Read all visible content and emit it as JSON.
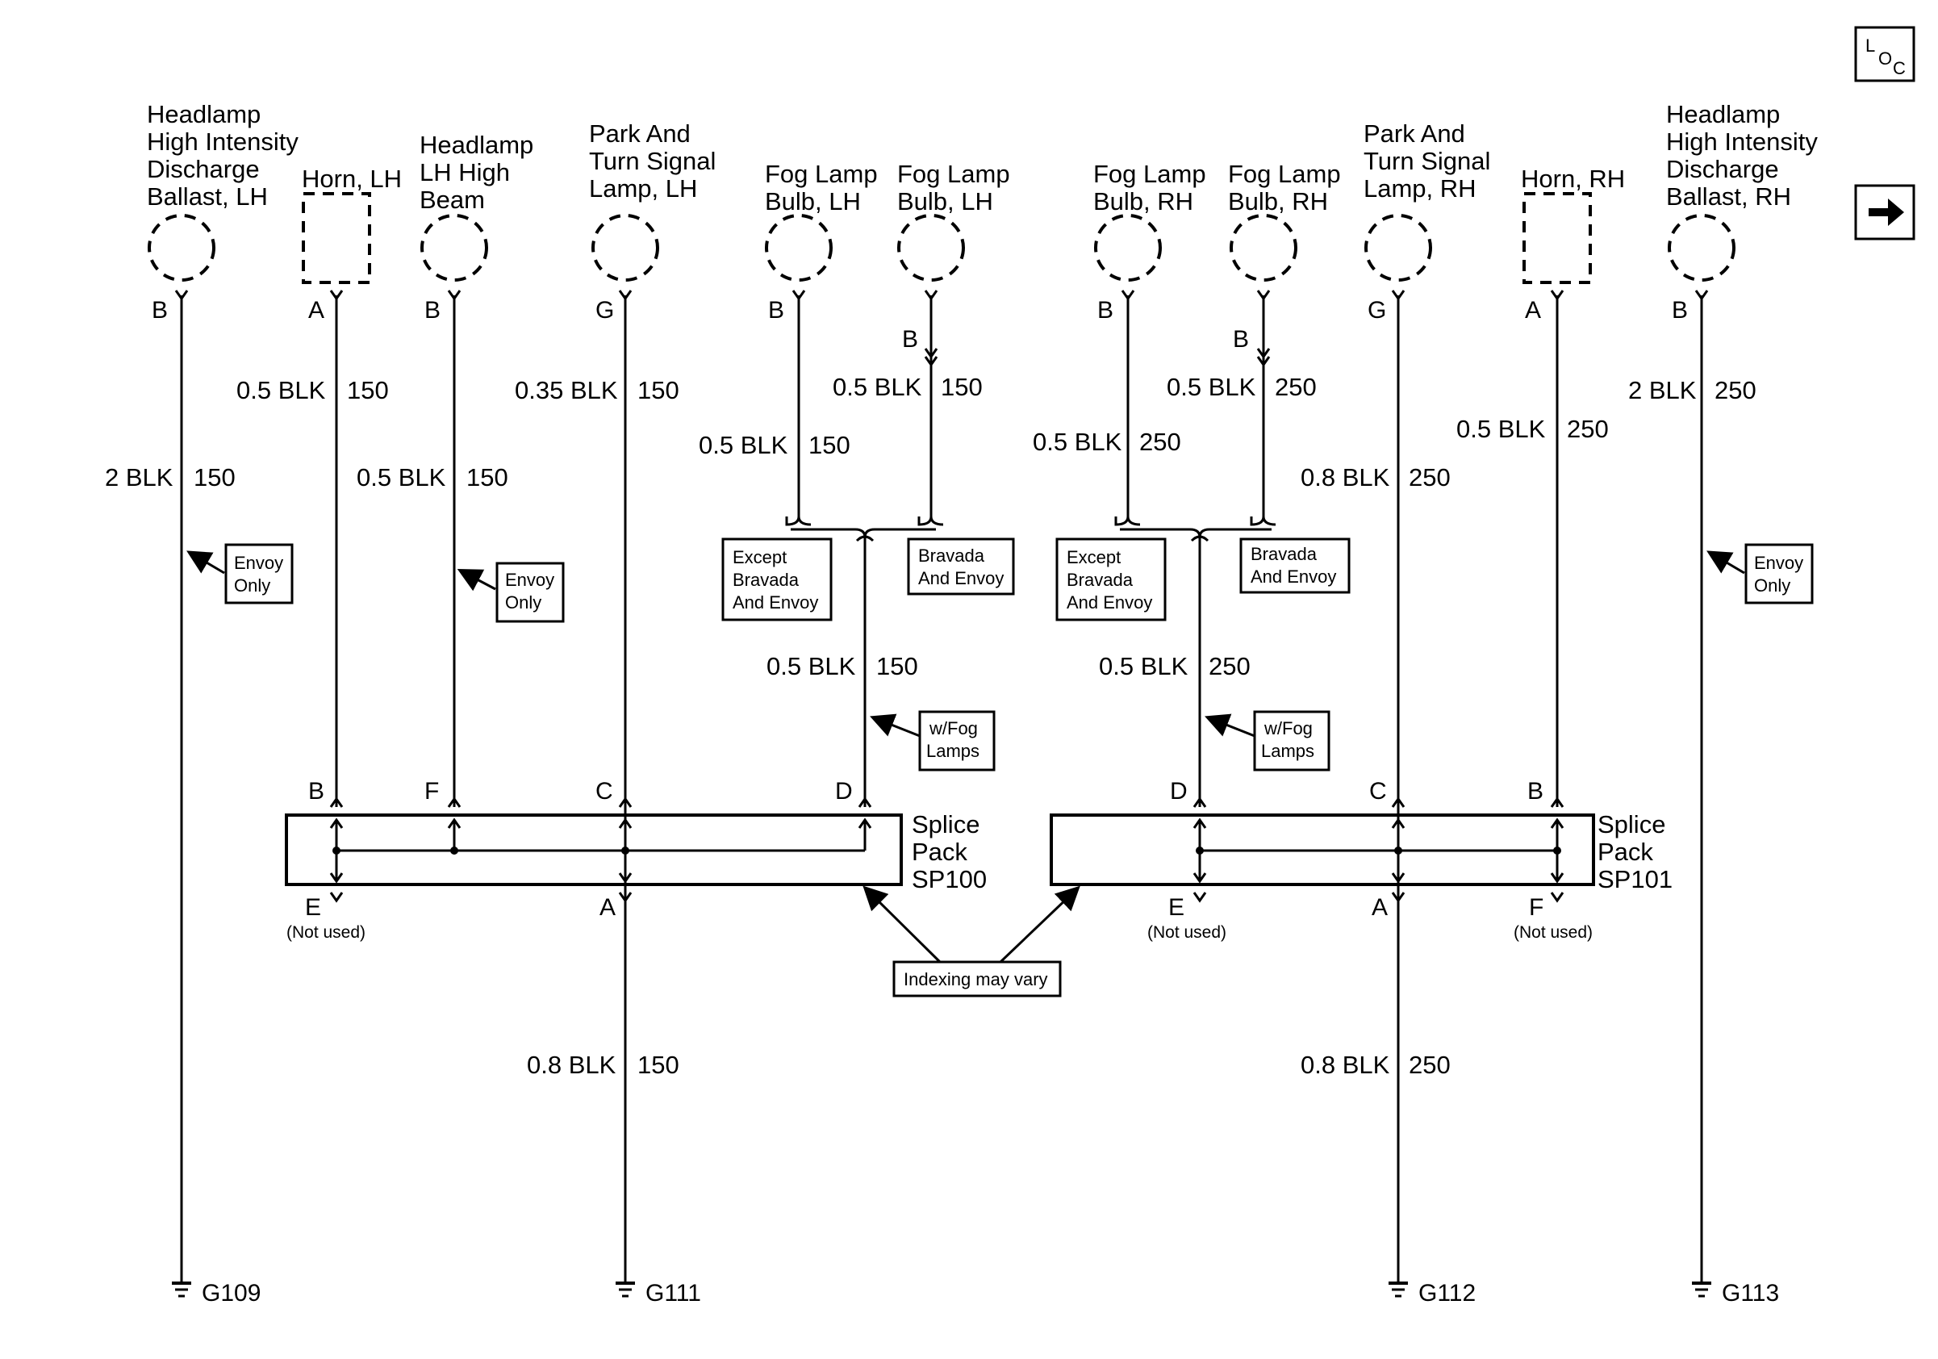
{
  "components": {
    "hid_lh": [
      "Headlamp",
      "High Intensity",
      "Discharge",
      "Ballast, LH"
    ],
    "horn_lh": [
      "Horn, LH"
    ],
    "hb_lh": [
      "Headlamp",
      "LH High",
      "Beam"
    ],
    "park_lh": [
      "Park And",
      "Turn Signal",
      "Lamp, LH"
    ],
    "fog1_lh": [
      "Fog Lamp",
      "Bulb, LH"
    ],
    "fog2_lh": [
      "Fog Lamp",
      "Bulb, LH"
    ],
    "fog1_rh": [
      "Fog Lamp",
      "Bulb, RH"
    ],
    "fog2_rh": [
      "Fog Lamp",
      "Bulb, RH"
    ],
    "park_rh": [
      "Park And",
      "Turn Signal",
      "Lamp, RH"
    ],
    "horn_rh": [
      "Horn, RH"
    ],
    "hid_rh": [
      "Headlamp",
      "High Intensity",
      "Discharge",
      "Ballast, RH"
    ]
  },
  "pins": {
    "hid_lh": "B",
    "horn_lh": "A",
    "hb_lh": "B",
    "park_lh": "G",
    "fog1_lh": "B",
    "fog2_lh": "B",
    "fog1_rh": "B",
    "fog2_rh": "B",
    "park_rh": "G",
    "horn_rh": "A",
    "hid_rh": "B",
    "sp100_b": "B",
    "sp100_f": "F",
    "sp100_c": "C",
    "sp100_d": "D",
    "sp100_e": "E",
    "sp100_a": "A",
    "sp101_d": "D",
    "sp101_c": "C",
    "sp101_b": "B",
    "sp101_e": "E",
    "sp101_a": "A",
    "sp101_f": "F"
  },
  "wires": {
    "hid_lh": {
      "gauge": "2 BLK",
      "circuit": "150"
    },
    "horn_lh": {
      "gauge": "0.5 BLK",
      "circuit": "150"
    },
    "hb_lh": {
      "gauge": "0.5 BLK",
      "circuit": "150"
    },
    "park_lh": {
      "gauge": "0.35 BLK",
      "circuit": "150"
    },
    "fog1_lh": {
      "gauge": "0.5 BLK",
      "circuit": "150"
    },
    "fog2_lh": {
      "gauge": "0.5 BLK",
      "circuit": "150"
    },
    "fog_lh_common": {
      "gauge": "0.5 BLK",
      "circuit": "150"
    },
    "sp100_out": {
      "gauge": "0.8 BLK",
      "circuit": "150"
    },
    "fog1_rh": {
      "gauge": "0.5 BLK",
      "circuit": "250"
    },
    "fog2_rh": {
      "gauge": "0.5 BLK",
      "circuit": "250"
    },
    "fog_rh_common": {
      "gauge": "0.5 BLK",
      "circuit": "250"
    },
    "park_rh": {
      "gauge": "0.8 BLK",
      "circuit": "250"
    },
    "horn_rh": {
      "gauge": "0.5 BLK",
      "circuit": "250"
    },
    "hid_rh": {
      "gauge": "2 BLK",
      "circuit": "250"
    },
    "sp101_out": {
      "gauge": "0.8 BLK",
      "circuit": "250"
    }
  },
  "notes": {
    "envoy_only": [
      "Envoy",
      "Only"
    ],
    "except_bravada": [
      "Except",
      "Bravada",
      "And Envoy"
    ],
    "bravada_envoy": [
      "Bravada",
      "And Envoy"
    ],
    "w_fog": [
      "w/Fog",
      "Lamps"
    ],
    "indexing": "Indexing may vary",
    "not_used": "(Not used)"
  },
  "splices": {
    "sp100": [
      "Splice",
      "Pack",
      "SP100"
    ],
    "sp101": [
      "Splice",
      "Pack",
      "SP101"
    ]
  },
  "grounds": {
    "g109": "G109",
    "g111": "G111",
    "g112": "G112",
    "g113": "G113"
  },
  "nav": {
    "loc_main": "L",
    "loc_o": "O",
    "loc_c": "C"
  }
}
